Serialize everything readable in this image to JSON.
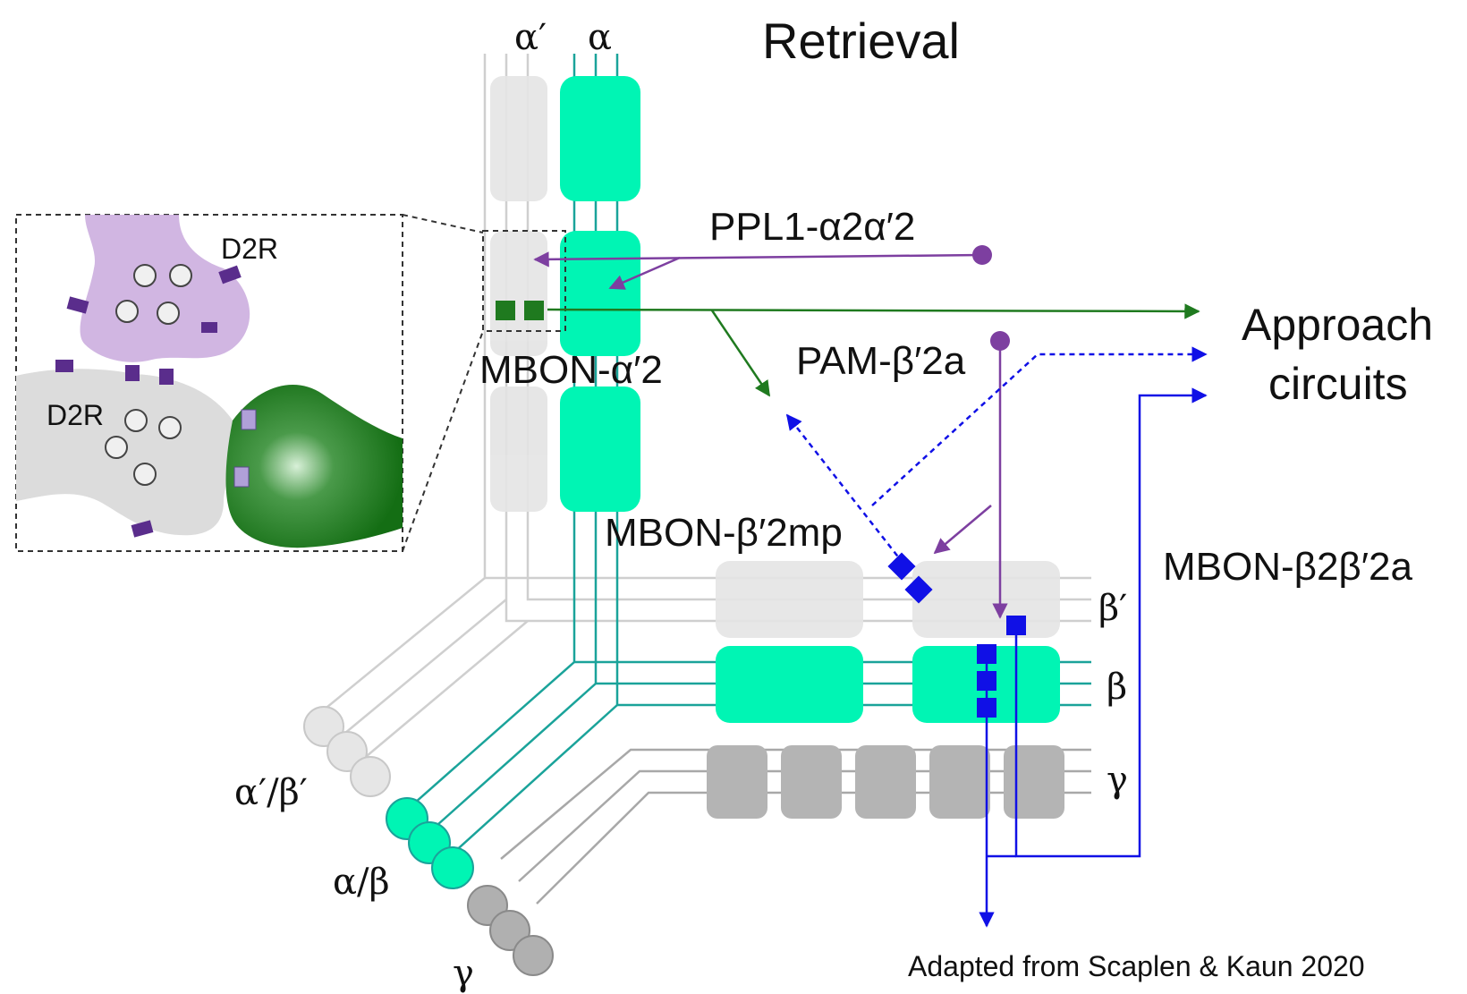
{
  "title": "Retrieval",
  "lobe_labels": {
    "alpha_prime": "α′",
    "alpha": "α",
    "beta_prime": "β′",
    "beta": "β",
    "gamma": "γ"
  },
  "cell_body_labels": {
    "alpha_prime_beta_prime": "α′/β′",
    "alpha_beta": "α/β",
    "gamma": "γ"
  },
  "neurons": {
    "ppl1": "PPL1-α2α′2",
    "pam": "PAM-β′2a",
    "mbon_alpha_prime2": "MBON-α′2",
    "mbon_beta_prime2mp": "MBON-β′2mp",
    "mbon_beta2beta_prime2a": "MBON-β2β′2a"
  },
  "output": {
    "line1": "Approach",
    "line2": "circuits"
  },
  "inset": {
    "receptor_top": "D2R",
    "receptor_left": "D2R"
  },
  "credit": "Adapted from Scaplen & Kaun 2020",
  "colors": {
    "teal": "#00f5b4",
    "teal_line": "#1aa39a",
    "grey_light": "#e4e4e4",
    "grey_line": "#cfcfcf",
    "grey_dark": "#b4b4b4",
    "purple": "#7d3fa0",
    "green": "#1f7a1f",
    "blue": "#1010e6"
  }
}
